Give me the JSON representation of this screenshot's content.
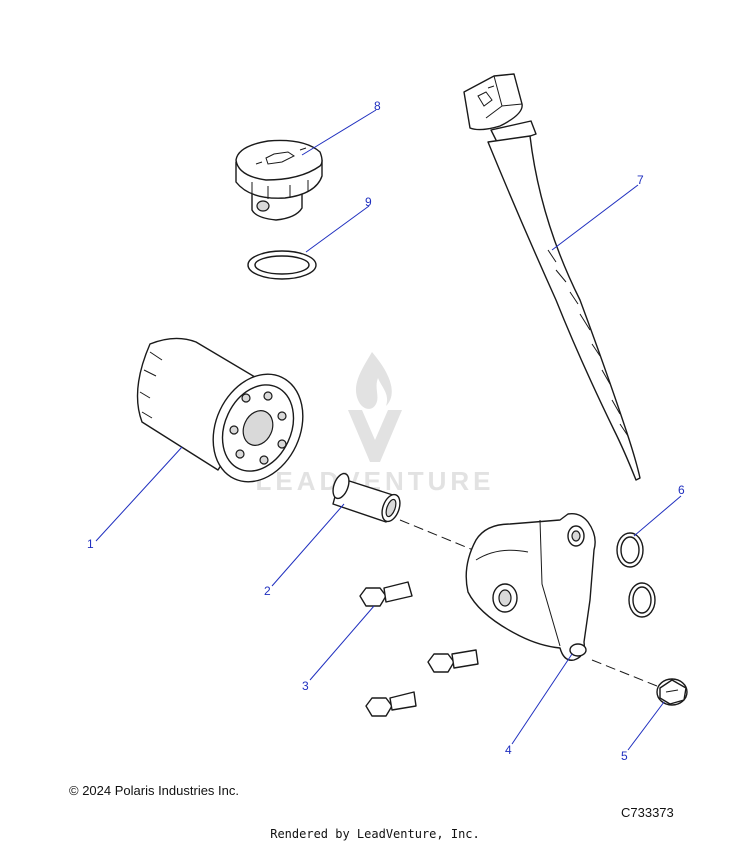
{
  "callouts": [
    {
      "id": "1",
      "label": "1"
    },
    {
      "id": "2",
      "label": "2"
    },
    {
      "id": "3",
      "label": "3"
    },
    {
      "id": "4",
      "label": "4"
    },
    {
      "id": "5",
      "label": "5"
    },
    {
      "id": "6",
      "label": "6"
    },
    {
      "id": "7",
      "label": "7"
    },
    {
      "id": "8",
      "label": "8"
    },
    {
      "id": "9",
      "label": "9"
    }
  ],
  "watermark": {
    "text": "LEADVENTURE"
  },
  "footer": {
    "copyright": "© 2024 Polaris Industries Inc.",
    "drawing_id": "C733373",
    "rendered_by": "Rendered by LeadVenture, Inc."
  },
  "colors": {
    "callout": "#1f2fbf",
    "line": "#1a1a1a",
    "watermark": "#e2e2e2"
  },
  "icons": {
    "dipstick-oil-symbol": "oil-can-icon",
    "cap-oil-symbol": "oil-can-icon"
  }
}
